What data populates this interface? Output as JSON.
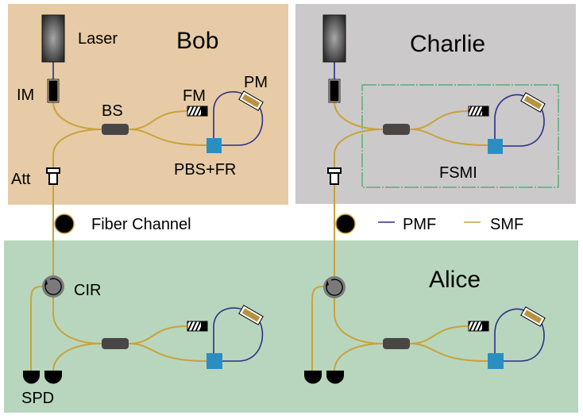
{
  "colors": {
    "bob_panel": "#e6cba6",
    "charlie_panel": "#cbc9c9",
    "alice_panel": "#b8d6bd",
    "smf": "#c9a23c",
    "pmf": "#2e2e8a",
    "pbs": "#2a8fc0",
    "bs": "#4a4646",
    "pm": "#b8923c",
    "fsmi_box": "#3aaa6a",
    "circulator": "#7a7a7a"
  },
  "panels": {
    "bob": {
      "title": "Bob",
      "labels": {
        "laser": "Laser",
        "im": "IM",
        "bs": "BS",
        "fm": "FM",
        "pm": "PM",
        "pbs": "PBS+FR",
        "att": "Att"
      }
    },
    "charlie": {
      "title": "Charlie",
      "fsmi": "FSMI"
    },
    "alice": {
      "title": "Alice",
      "labels": {
        "cir": "CIR",
        "spd": "SPD"
      }
    }
  },
  "fiber_channel": {
    "label": "Fiber Channel"
  },
  "legend": [
    {
      "name": "PMF",
      "color": "#2e2e8a"
    },
    {
      "name": "SMF",
      "color": "#c9a23c"
    }
  ]
}
